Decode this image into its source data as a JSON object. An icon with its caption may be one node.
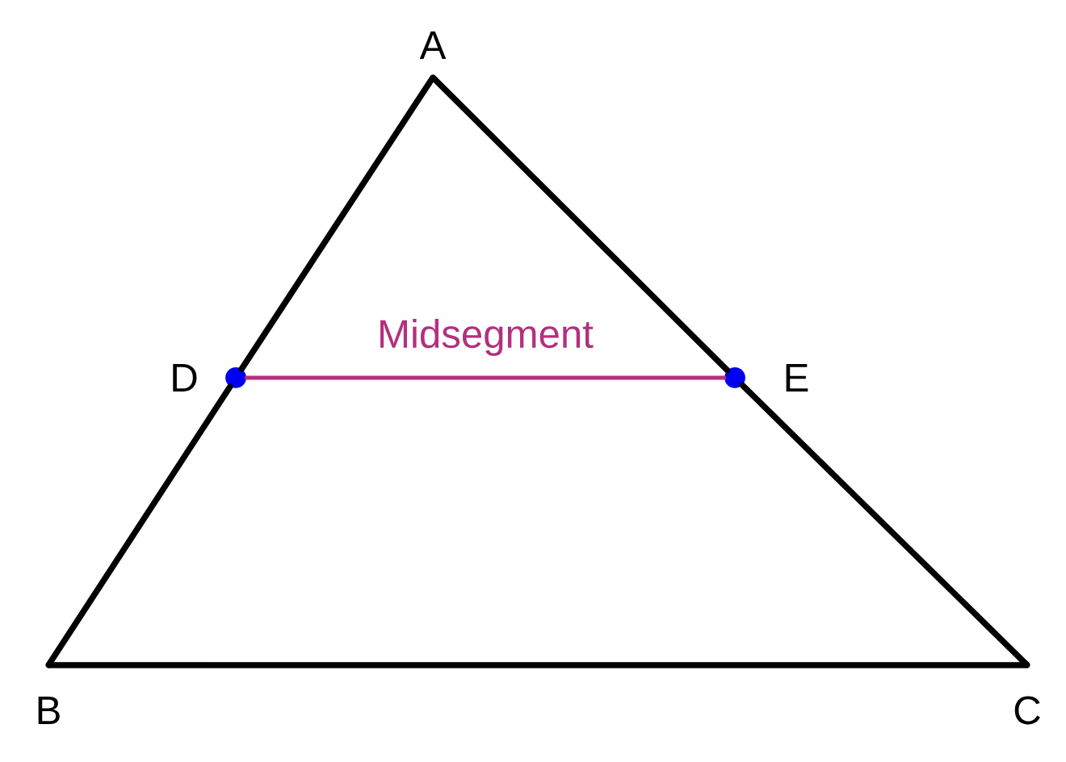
{
  "diagram": {
    "nodes": [
      {
        "text": [],
        "shape": "vertex",
        "beside": [
          "A"
        ]
      },
      {
        "text": [],
        "shape": "circle",
        "beside": [
          "D"
        ]
      },
      {
        "text": [],
        "shape": "circle",
        "beside": [
          "E"
        ]
      },
      {
        "text": [],
        "shape": "vertex",
        "beside": [
          "B"
        ]
      },
      {
        "text": [],
        "shape": "vertex",
        "beside": [
          "C"
        ]
      }
    ],
    "edges": [
      {
        "from": 0,
        "to": 1,
        "arrow": "none"
      },
      {
        "from": 1,
        "to": 3,
        "arrow": "none"
      },
      {
        "from": 3,
        "to": 4,
        "arrow": "none"
      },
      {
        "from": 4,
        "to": 2,
        "arrow": "none"
      },
      {
        "from": 2,
        "to": 0,
        "arrow": "none"
      },
      {
        "from": 1,
        "to": 2,
        "arrow": "none",
        "label": "Midsegment",
        "color": "#b3307d"
      }
    ]
  }
}
